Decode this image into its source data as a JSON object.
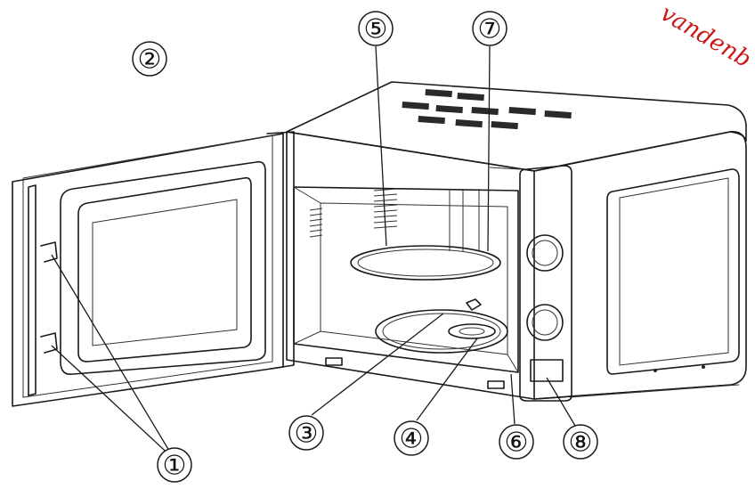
{
  "watermark": "vandenb",
  "callouts": [
    {
      "label": "①",
      "part": 1
    },
    {
      "label": "②",
      "part": 2
    },
    {
      "label": "③",
      "part": 3
    },
    {
      "label": "④",
      "part": 4
    },
    {
      "label": "⑤",
      "part": 5
    },
    {
      "label": "⑥",
      "part": 6
    },
    {
      "label": "⑦",
      "part": 7
    },
    {
      "label": "⑧",
      "part": 8
    }
  ]
}
